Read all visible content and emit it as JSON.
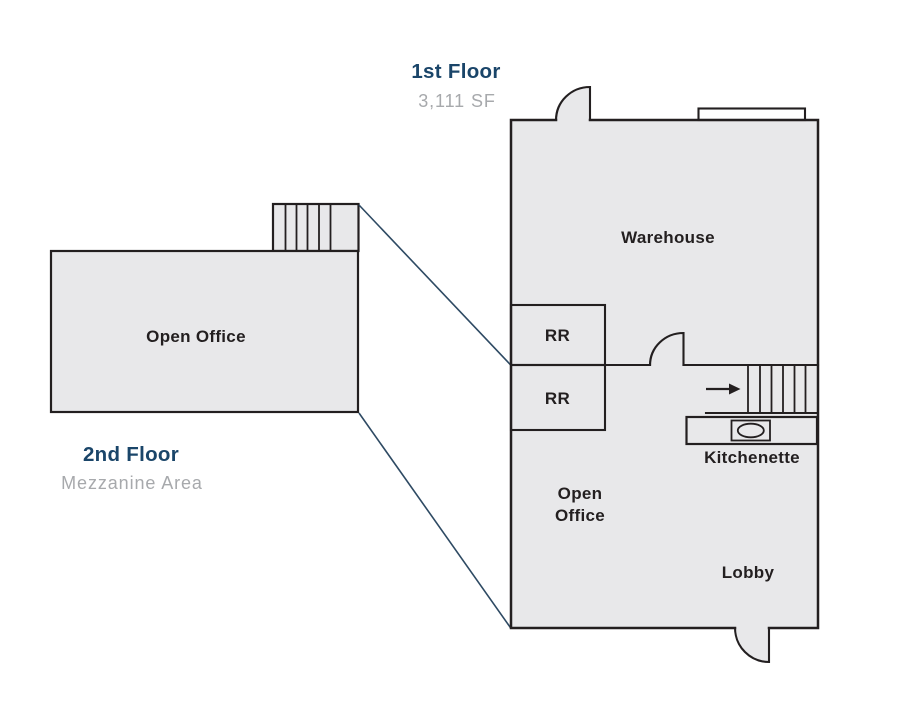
{
  "page": {
    "type": "floor-plan-diagram",
    "background": "#ffffff"
  },
  "colors": {
    "navy_title": "#1a4569",
    "muted_text": "#a7a9ac",
    "floor_fill": "#e8e8ea",
    "wall_line": "#231f20",
    "dock_door_teal": "#2b87a0",
    "connector_line": "#2e4a63"
  },
  "first_floor": {
    "title": "1st Floor",
    "area": "3,111 SF",
    "rooms": {
      "warehouse": "Warehouse",
      "rr_top": "RR",
      "rr_bottom": "RR",
      "kitchenette": "Kitchenette",
      "open_office_line1": "Open",
      "open_office_line2": "Office",
      "lobby": "Lobby"
    }
  },
  "second_floor": {
    "title": "2nd Floor",
    "subtitle": "Mezzanine Area",
    "rooms": {
      "open_office": "Open Office"
    }
  }
}
